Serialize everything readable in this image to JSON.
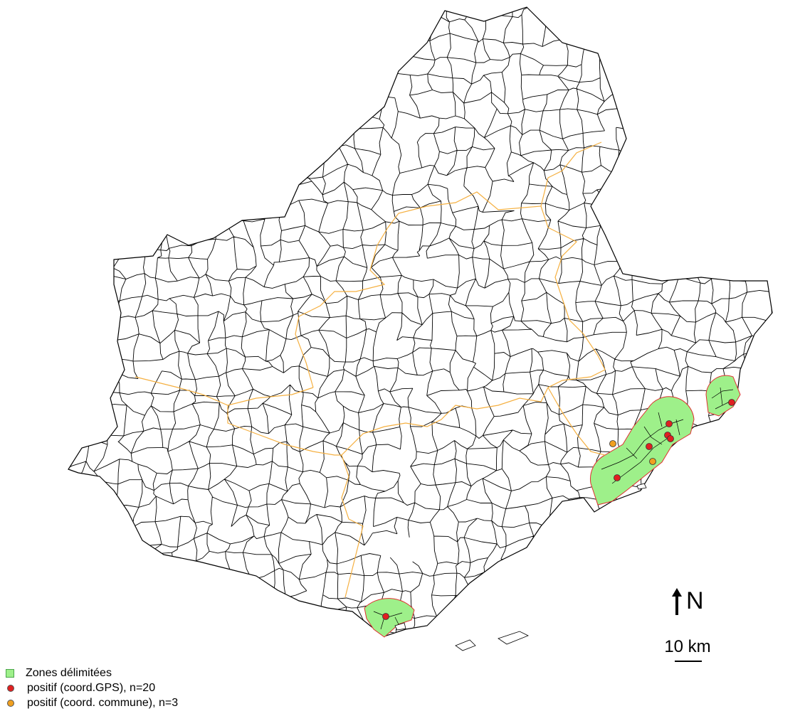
{
  "colors": {
    "commune_border": "#000000",
    "department_border": "#f5b041",
    "zone_fill": "#9ef08a",
    "zone_border": "#e03030",
    "gps_point": "#e02020",
    "commune_point": "#f0a020"
  },
  "legend": {
    "zones_label": "Zones délimitées",
    "gps_label": "positif (coord.GPS), n=20",
    "commune_label": "positif (coord. commune), n=3"
  },
  "north": {
    "label": "N",
    "icon": "north-arrow-icon"
  },
  "scale": {
    "label": "10 km"
  }
}
